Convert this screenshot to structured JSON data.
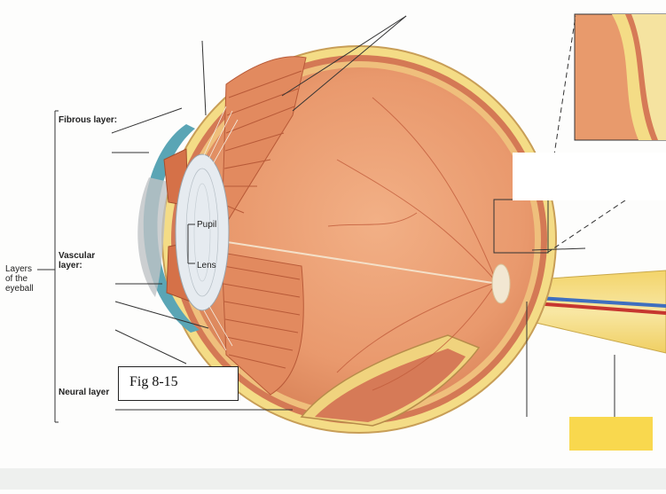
{
  "figure": {
    "caption": "Fig 8-15",
    "group_label": "Layers of the eyeball",
    "layer_headings": {
      "fibrous": "Fibrous layer:",
      "vascular": "Vascular layer:",
      "neural": "Neural layer"
    },
    "structure_labels": {
      "pupil": "Pupil",
      "lens": "Lens"
    }
  },
  "colors": {
    "flesh": "#e89a6c",
    "flesh_dark": "#cf7548",
    "sclera_yellow": "#f6df8a",
    "choroid": "#d67a57",
    "cornea_blue": "#5aa5b5",
    "lens": "#e6ebf0",
    "answer_box": "#f9d84e"
  }
}
